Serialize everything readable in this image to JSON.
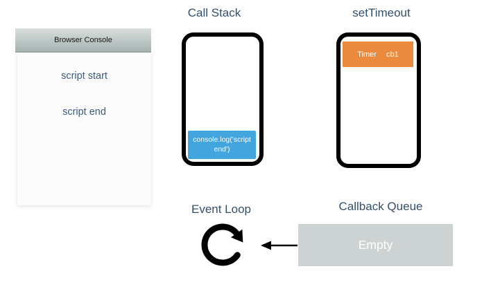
{
  "diagram": {
    "browser_console": {
      "title": "Browser Console",
      "log_lines": [
        "script start",
        "script end"
      ]
    },
    "call_stack": {
      "title": "Call Stack",
      "frame": {
        "label": "console.log('script end')"
      }
    },
    "set_timeout": {
      "title": "setTimeout",
      "timer": {
        "name": "Timer",
        "callback": "cb1"
      }
    },
    "event_loop": {
      "title": "Event Loop",
      "icon": "rotate-clockwise-icon"
    },
    "flow_arrow": {
      "icon": "arrow-left-icon",
      "from": "Callback Queue",
      "to": "Event Loop"
    },
    "callback_queue": {
      "title": "Callback Queue",
      "status": "Empty"
    }
  },
  "colors": {
    "section_title_text": "#334F6B",
    "console_log_text": "#3C5A7C",
    "console_header_gray": "#BCC6C4",
    "stack_frame_blue": "#42A5DE",
    "timer_block_orange": "#EB8A3C",
    "queue_box_gray": "#CDD3D2",
    "frame_border_black": "#000000",
    "block_text_white": "#FFFFFF"
  }
}
